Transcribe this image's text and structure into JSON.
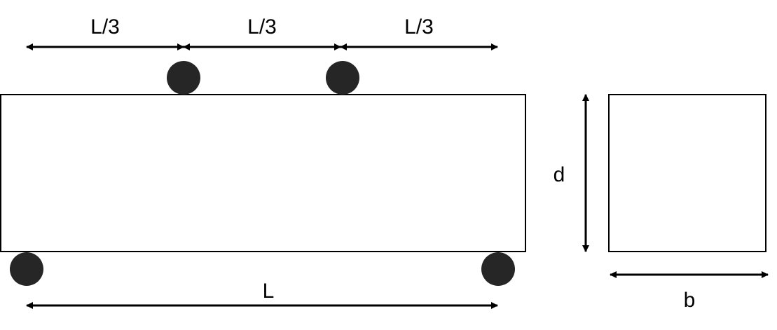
{
  "labels": {
    "span_1": "L/3",
    "span_2": "L/3",
    "span_3": "L/3",
    "total_length": "L",
    "depth": "d",
    "breadth": "b"
  },
  "colors": {
    "line": "#000000",
    "roller": "#262626",
    "background": "#ffffff"
  }
}
